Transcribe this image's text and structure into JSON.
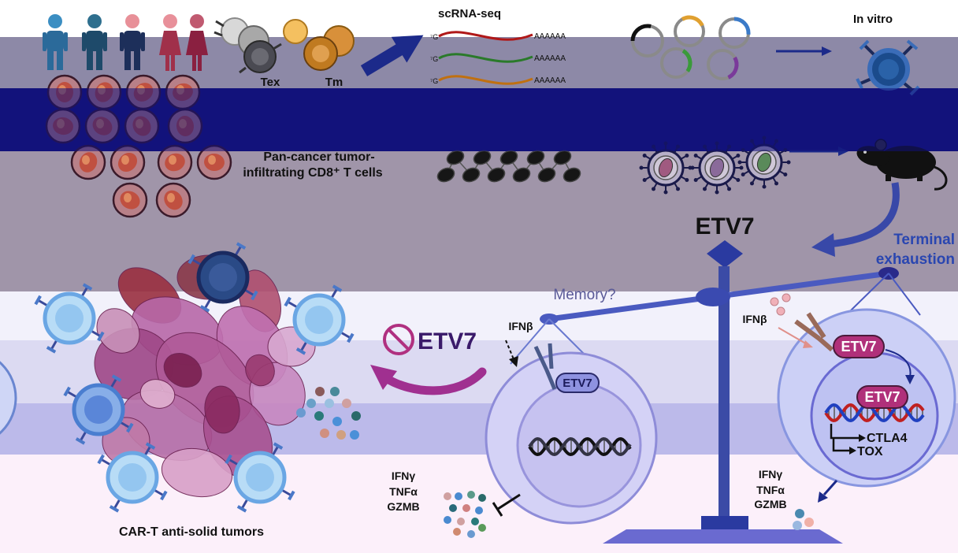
{
  "figure": {
    "top_row": {
      "tex_label": "Tex",
      "tm_label": "Tm",
      "scrna_title": "scRNA-seq",
      "cap_label": "⁷G",
      "polya_label": "AAAAAA",
      "in_vitro_label": "In vitro"
    },
    "pan_cancer_label": {
      "line1": "Pan-cancer tumor-",
      "line2": "infiltrating CD8⁺ T cells"
    },
    "etv7_title": "ETV7",
    "terminal_label": {
      "line1": "Terminal",
      "line2": "exhaustion"
    },
    "memory_label": "Memory?",
    "knockout_label": "ETV7",
    "left_cell": {
      "stimulus": "IFNβ",
      "etv7_label": "ETV7",
      "cytokines": [
        "IFNγ",
        "TNFα",
        "GZMB"
      ]
    },
    "right_cell": {
      "stimulus": "IFNβ",
      "etv7_cytoplasm_label": "ETV7",
      "etv7_nucleus_label": "ETV7",
      "target_genes": [
        "CTLA4",
        "TOX"
      ],
      "cytokines": [
        "IFNγ",
        "TNFα",
        "GZMB"
      ]
    },
    "car_t_label": "CAR-T anti-solid tumors"
  },
  "colors": {
    "arrow_navy": "#1c2a8a",
    "etv7_pill": "#b0307a",
    "knockout_symbol": "#b03080",
    "terminal_text": "#2a46b0",
    "scale": "#3b4ba6"
  }
}
